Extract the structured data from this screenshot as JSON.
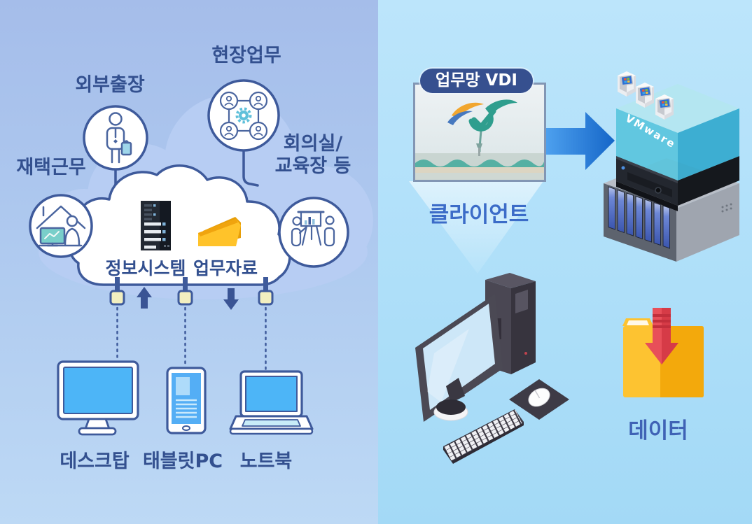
{
  "scene": {
    "left": {
      "scenarios": [
        {
          "label": "재택근무",
          "icon": "home-office-icon"
        },
        {
          "label": "외부출장",
          "icon": "business-trip-icon"
        },
        {
          "label": "현장업무",
          "icon": "field-work-icon"
        },
        {
          "label_line1": "회의실/",
          "label_line2": "교육장 등",
          "icon": "meeting-room-icon"
        }
      ],
      "cloud": {
        "system_label": "정보시스템",
        "data_label": "업무자료"
      },
      "devices": [
        {
          "label": "데스크탑",
          "icon": "desktop-monitor-icon"
        },
        {
          "label": "태블릿PC",
          "icon": "tablet-icon"
        },
        {
          "label": "노트북",
          "icon": "laptop-icon"
        }
      ]
    },
    "right": {
      "client": {
        "badge": "업무망 VDI",
        "label": "클라이언트"
      },
      "vdi": {
        "brand": "VMware"
      },
      "data": {
        "label": "데이터"
      }
    }
  },
  "colors": {
    "navy_outline": "#3e5a9b",
    "label_navy": "#33508f",
    "label_blue": "#3c6cc8",
    "screen_blue": "#4db5f7",
    "folder_yellow": "#f7b81c",
    "badge_navy": "#36508f",
    "arrow_blue": "#2a7fe0",
    "vm_teal": "#56c2db",
    "data_arrow_red": "#e84f59"
  }
}
